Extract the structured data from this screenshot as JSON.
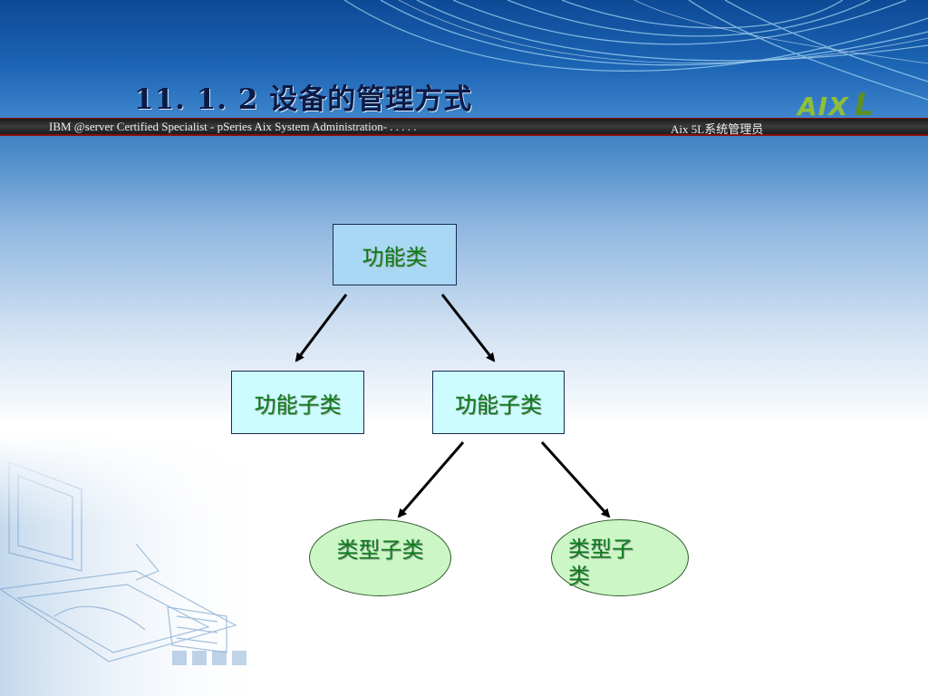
{
  "slide": {
    "title": "11. 1. 2   设备的管理方式"
  },
  "banner": {
    "left_text": "IBM @server Certified Specialist - pSeries Aix System Administration- . . . . .",
    "right_text": "Aix 5L系统管理员"
  },
  "logo": {
    "main": "AIX",
    "suffix": "L"
  },
  "diagram": {
    "root": {
      "label": "功能类"
    },
    "subclasses": [
      {
        "label": "功能子类"
      },
      {
        "label": "功能子类"
      }
    ],
    "type_subclasses": [
      {
        "label": "类型子类"
      },
      {
        "label": "类型子类"
      }
    ]
  },
  "colors": {
    "node_text": "#0c7a1c",
    "root_fill": "#a8d8f4",
    "subclass_fill": "#ccfcff",
    "type_fill": "#ccf6c6",
    "banner_border": "#8a0f0f"
  }
}
